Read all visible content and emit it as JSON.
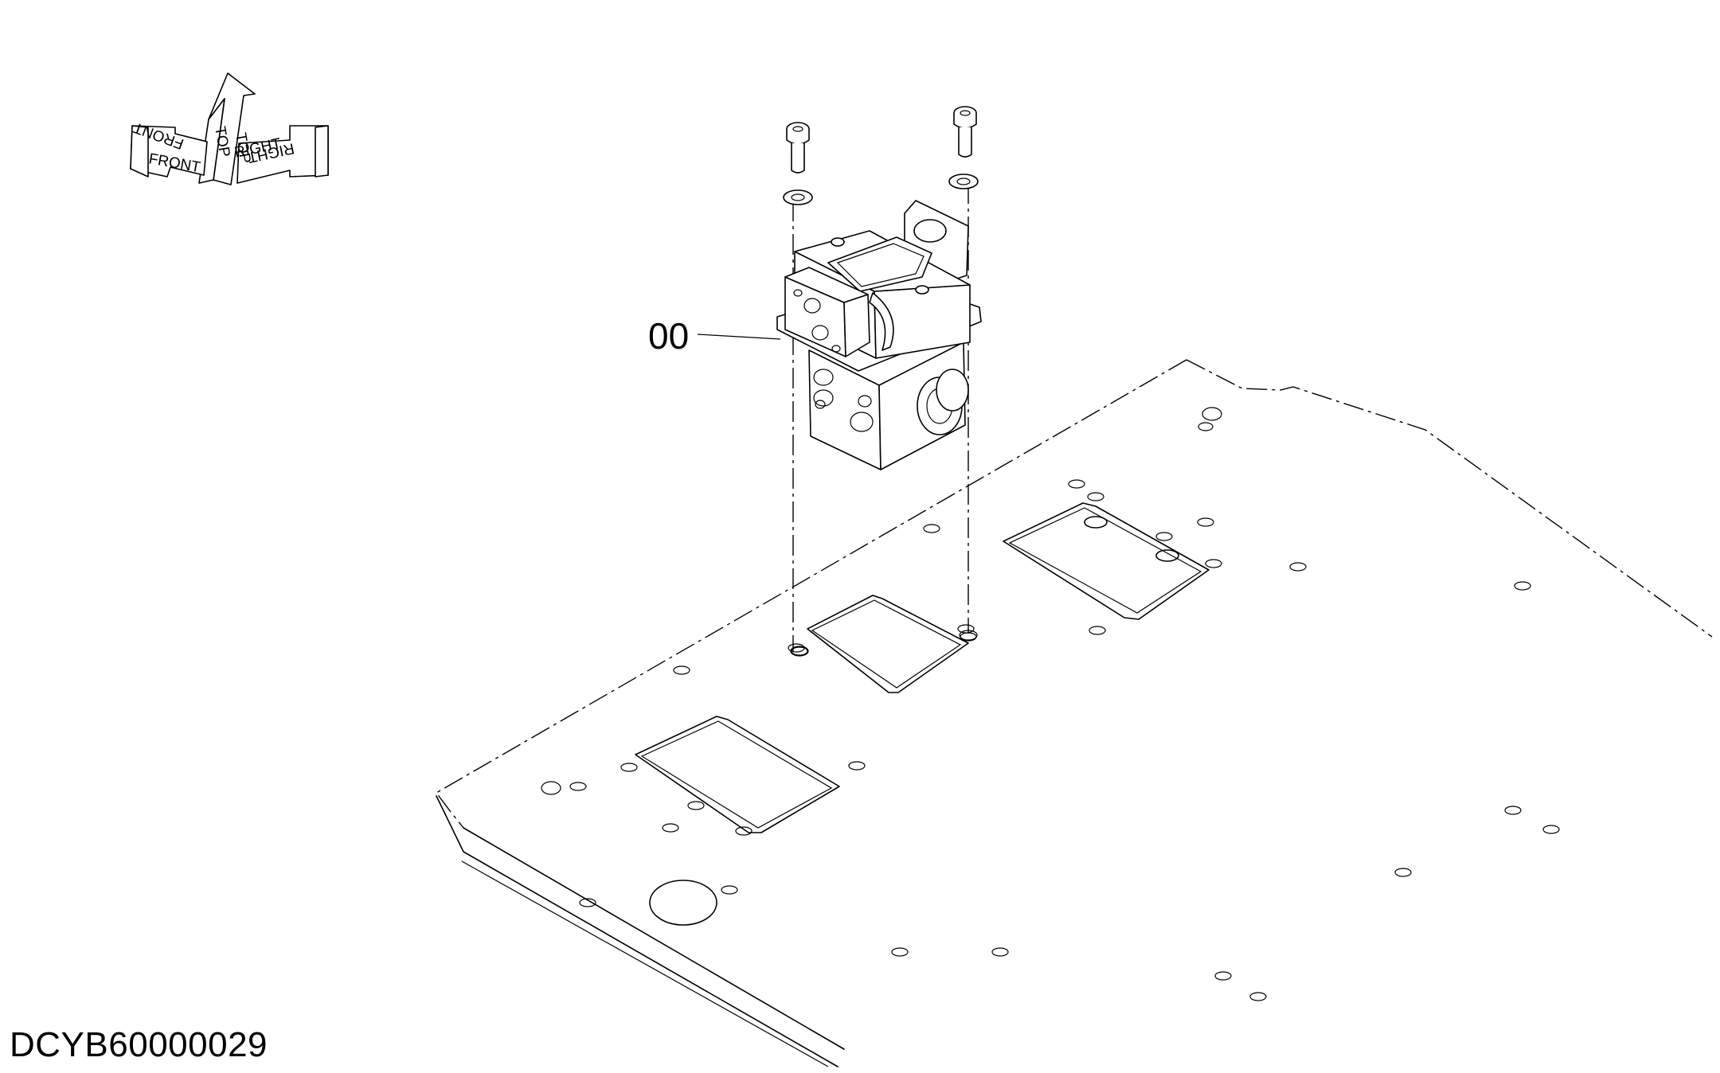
{
  "drawing": {
    "callout_label": "00",
    "drawing_id": "DCYB60000029"
  },
  "orientation": {
    "front": "FRONT",
    "top": "TOP",
    "right": "RIGHT"
  }
}
